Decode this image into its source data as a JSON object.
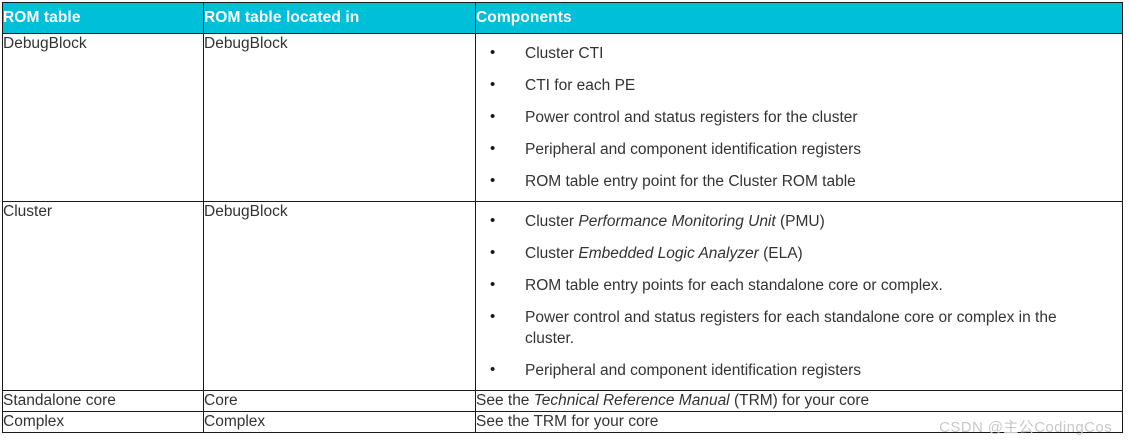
{
  "colors": {
    "header_bg": "#00bfd8",
    "header_text": "#ffffff",
    "border": "#1a1a1a",
    "body_text": "#333333",
    "watermark": "#c8c8c8"
  },
  "table": {
    "headers": {
      "col1": "ROM table",
      "col2": "ROM table located in",
      "col3": "Components"
    },
    "rows": [
      {
        "rom_table": "DebugBlock",
        "located_in": "DebugBlock",
        "components_type": "bullets",
        "components": [
          {
            "pre": "Cluster CTI",
            "italic": "",
            "post": ""
          },
          {
            "pre": "CTI for each PE",
            "italic": "",
            "post": ""
          },
          {
            "pre": "Power control and status registers for the cluster",
            "italic": "",
            "post": ""
          },
          {
            "pre": "Peripheral and component identification registers",
            "italic": "",
            "post": ""
          },
          {
            "pre": "ROM table entry point for the Cluster ROM table",
            "italic": "",
            "post": ""
          }
        ]
      },
      {
        "rom_table": "Cluster",
        "located_in": "DebugBlock",
        "components_type": "bullets",
        "components": [
          {
            "pre": "Cluster ",
            "italic": "Performance Monitoring Unit",
            "post": " (PMU)"
          },
          {
            "pre": "Cluster ",
            "italic": "Embedded Logic Analyzer",
            "post": " (ELA)"
          },
          {
            "pre": "ROM table entry points for each standalone core or complex.",
            "italic": "",
            "post": ""
          },
          {
            "pre": "Power control and status registers for each standalone core or complex in the cluster.",
            "italic": "",
            "post": ""
          },
          {
            "pre": "Peripheral and component identification registers",
            "italic": "",
            "post": ""
          }
        ]
      },
      {
        "rom_table": "Standalone core",
        "located_in": "Core",
        "components_type": "text",
        "text": {
          "pre": "See the ",
          "italic": "Technical Reference Manual",
          "post": " (TRM) for your core"
        }
      },
      {
        "rom_table": "Complex",
        "located_in": "Complex",
        "components_type": "text",
        "text": {
          "pre": "See the TRM for your core",
          "italic": "",
          "post": ""
        }
      }
    ]
  },
  "watermark": {
    "text": "CSDN @主公CodingCos"
  }
}
